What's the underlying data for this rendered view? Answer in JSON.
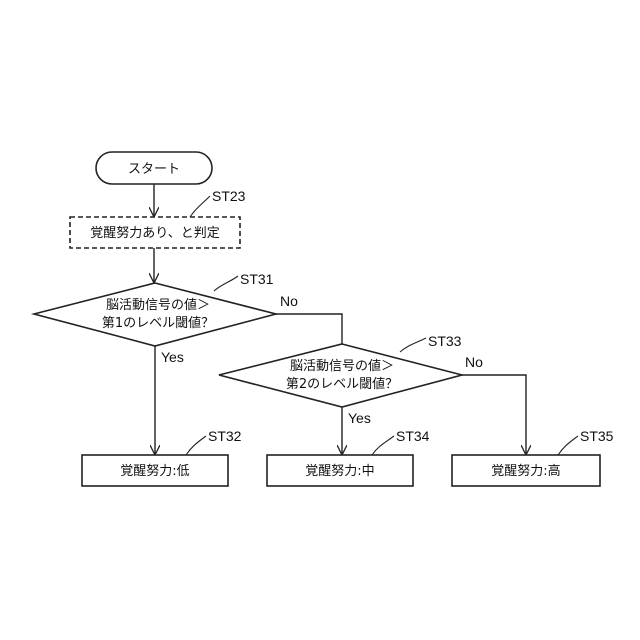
{
  "flowchart": {
    "start": {
      "label": "スタート"
    },
    "judge": {
      "label": "覚醒努力あり、と判定",
      "step": "ST23"
    },
    "decision1": {
      "line1": "脳活動信号の値＞",
      "line2": "第1のレベル閾値？",
      "step": "ST31",
      "no_label": "No",
      "yes_label": "Yes"
    },
    "decision2": {
      "line1": "脳活動信号の値＞",
      "line2": "第2のレベル閾値？",
      "step": "ST33",
      "no_label": "No",
      "yes_label": "Yes"
    },
    "result_low": {
      "label": "覚醒努力:低",
      "step": "ST32"
    },
    "result_mid": {
      "label": "覚醒努力:中",
      "step": "ST34"
    },
    "result_high": {
      "label": "覚醒努力:高",
      "step": "ST35"
    }
  }
}
